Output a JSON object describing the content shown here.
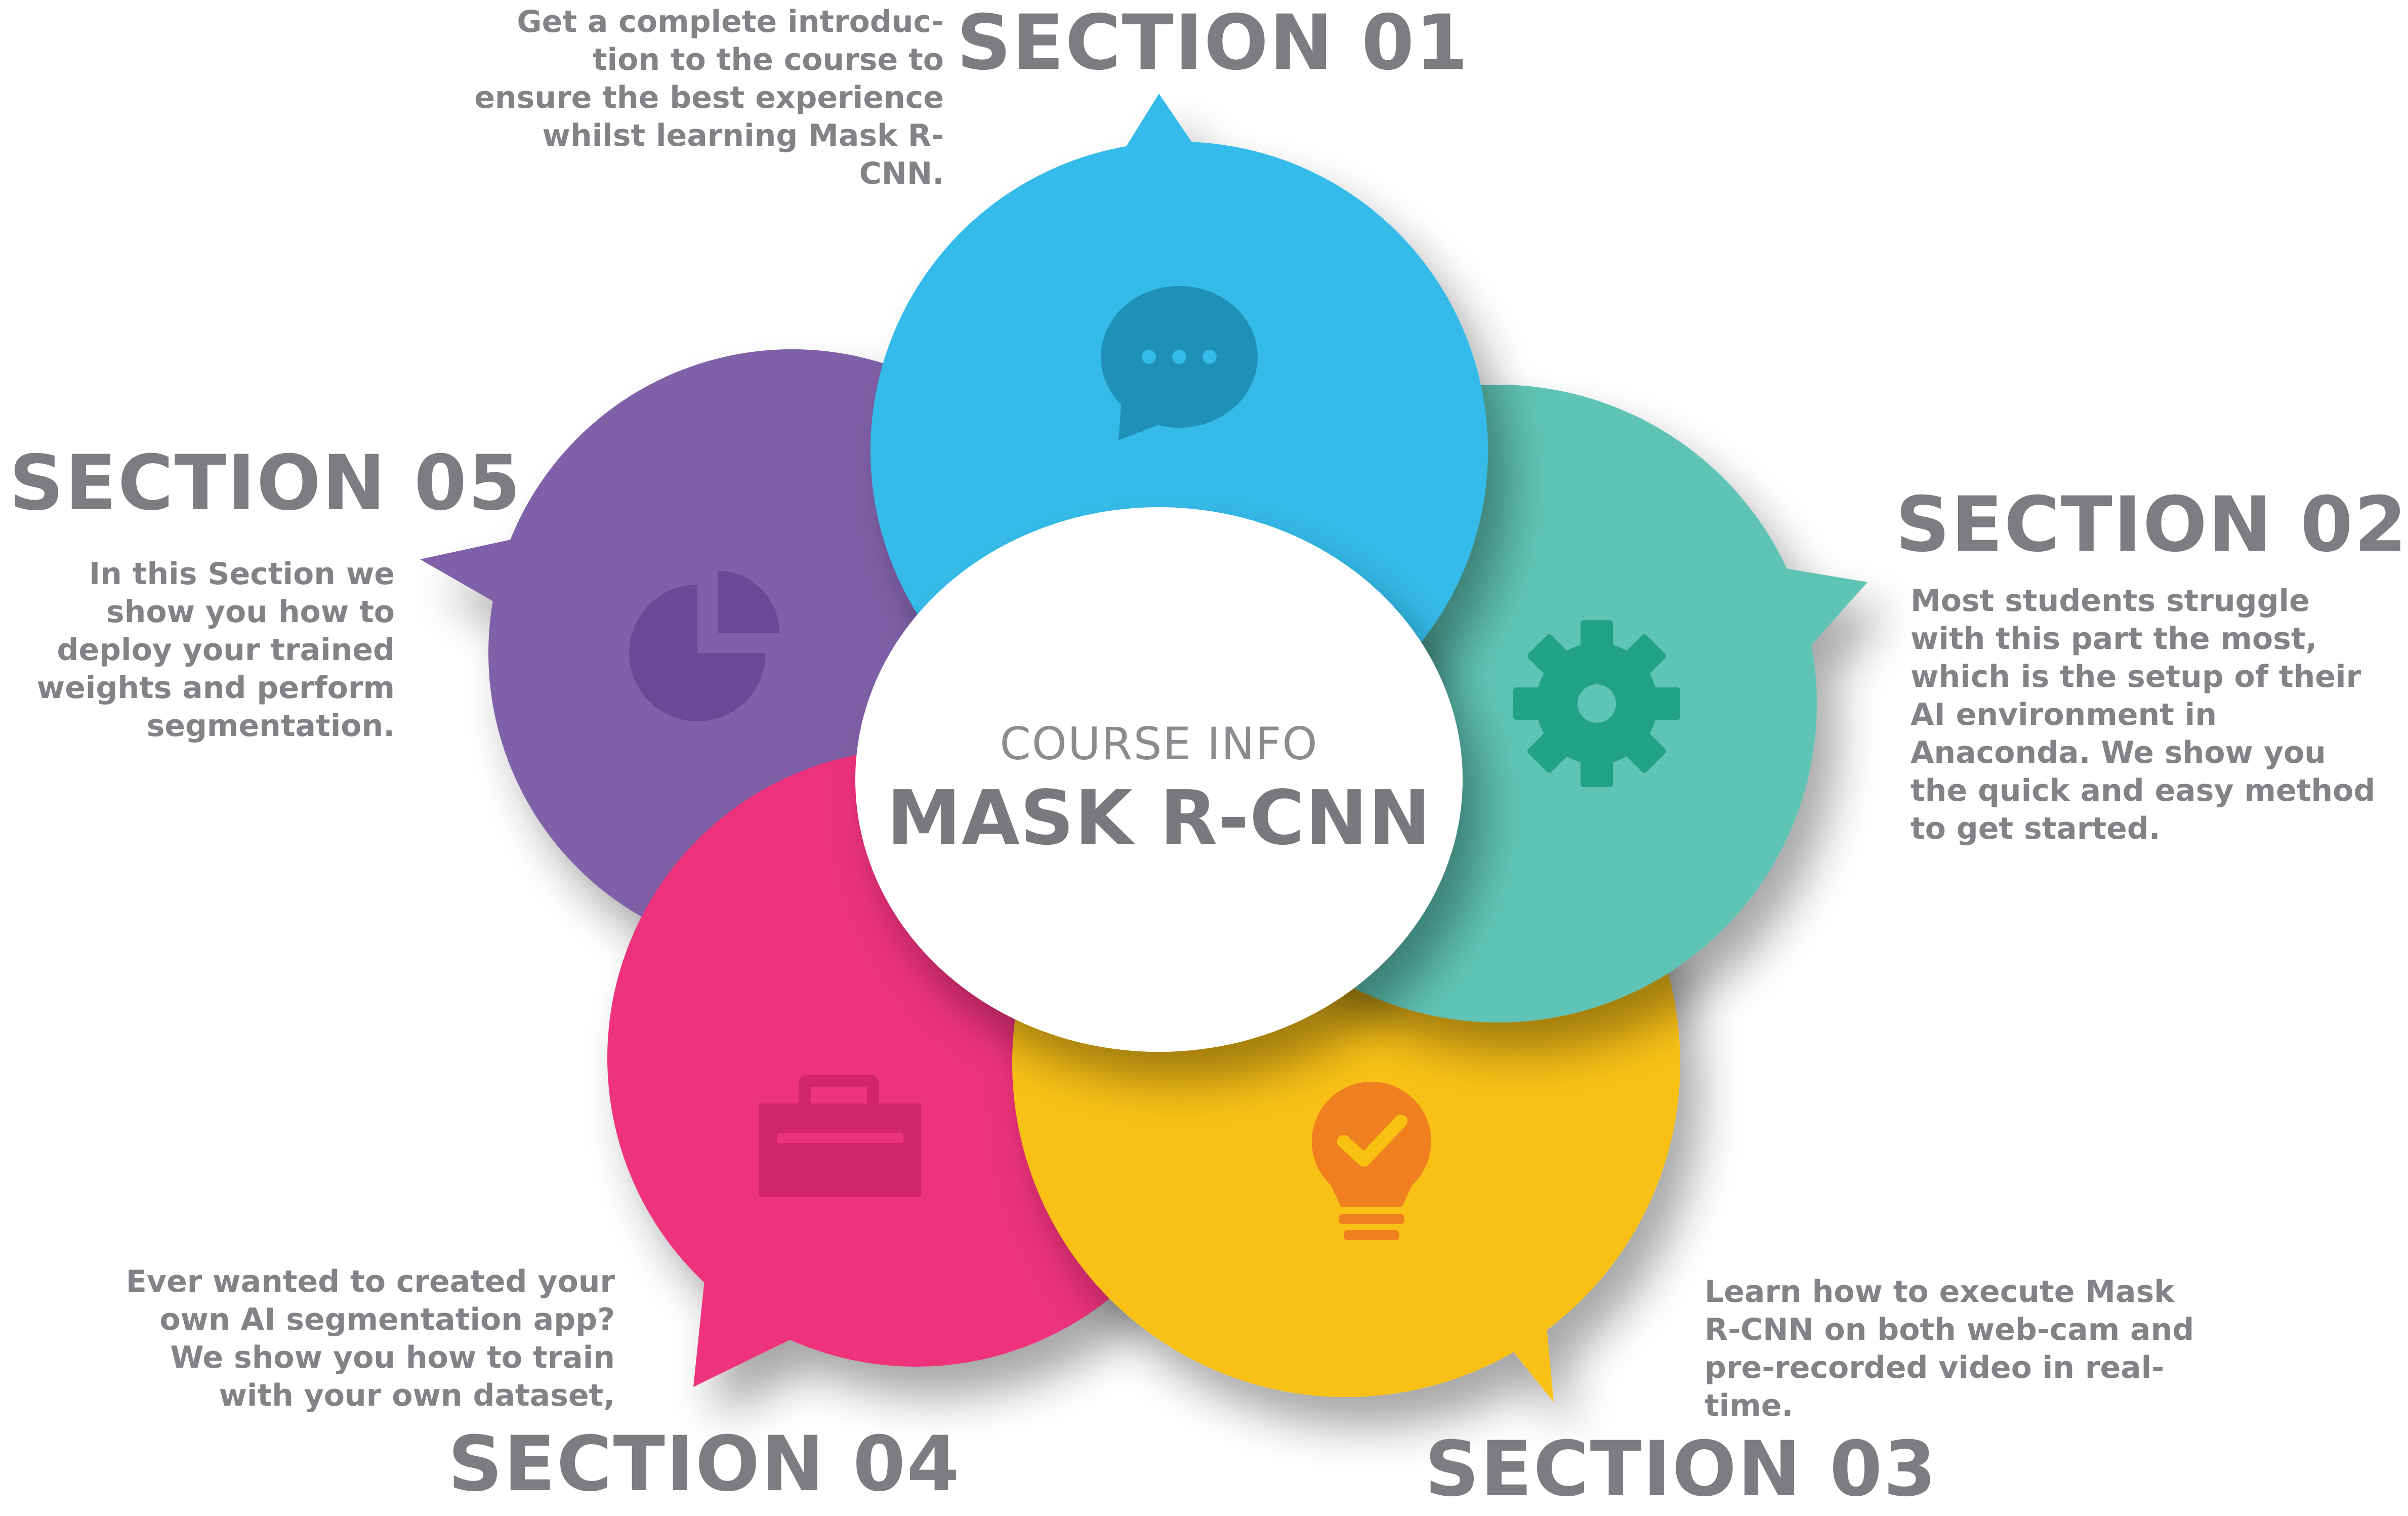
{
  "center": {
    "subtitle": "COURSE INFO",
    "title": "MASK R-CNN"
  },
  "sections": [
    {
      "title": "SECTION 01",
      "description": "Get a complete introduc- tion to the course to ensure the best experience whilst learning Mask R-CNN.",
      "color": "#35bbea",
      "icon": "chat-bubble-icon"
    },
    {
      "title": "SECTION 02",
      "description": "Most students struggle with this part the most, which is the setup of their AI environment in Anaconda. We show you the quick and easy method to get started.",
      "color": "#5fc4b5",
      "icon": "gear-icon"
    },
    {
      "title": "SECTION 03",
      "description": "Learn how to execute Mask R-CNN on both web-cam and pre-recorded video in real-time.",
      "color": "#f9c112",
      "icon": "lightbulb-check-icon"
    },
    {
      "title": "SECTION 04",
      "description": "Ever wanted to created your own AI segmentation app? We show you how to train with your own dataset,",
      "color": "#ee317b",
      "icon": "briefcase-icon"
    },
    {
      "title": "SECTION 05",
      "description": "In this Section we show you how to deploy your trained weights and perform segmentation.",
      "color": "#8060a8",
      "icon": "pie-chart-icon"
    }
  ]
}
